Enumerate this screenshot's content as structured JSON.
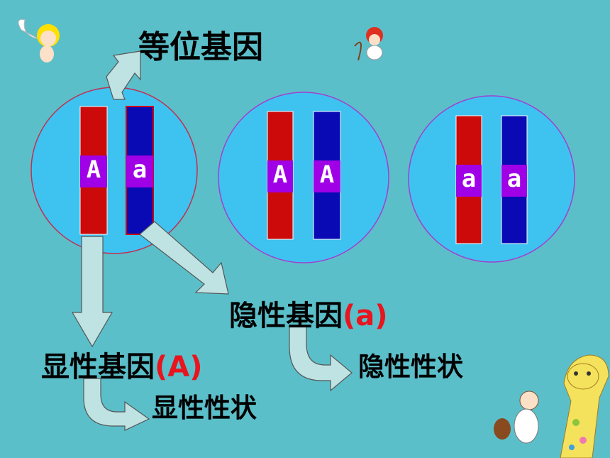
{
  "labels": {
    "allele_pair": "等位基因",
    "recessive_gene": "隐性基因",
    "recessive_symbol": "(a)",
    "dominant_gene": "显性基因",
    "dominant_symbol": "(A)",
    "recessive_trait": "隐性性状",
    "dominant_trait": "显性性状"
  },
  "cells": [
    {
      "left_allele": "A",
      "right_allele": "a"
    },
    {
      "left_allele": "A",
      "right_allele": "A"
    },
    {
      "left_allele": "a",
      "right_allele": "a"
    }
  ],
  "colors": {
    "background": "#5bbfca",
    "cell_fill": "#3ec3f0",
    "chromosome_red": "#cc0a0a",
    "chromosome_blue": "#0a0ab4",
    "allele_band": "#a000e6",
    "arrow_fill": "#bfe3e3",
    "highlight_red": "#e8141e"
  }
}
